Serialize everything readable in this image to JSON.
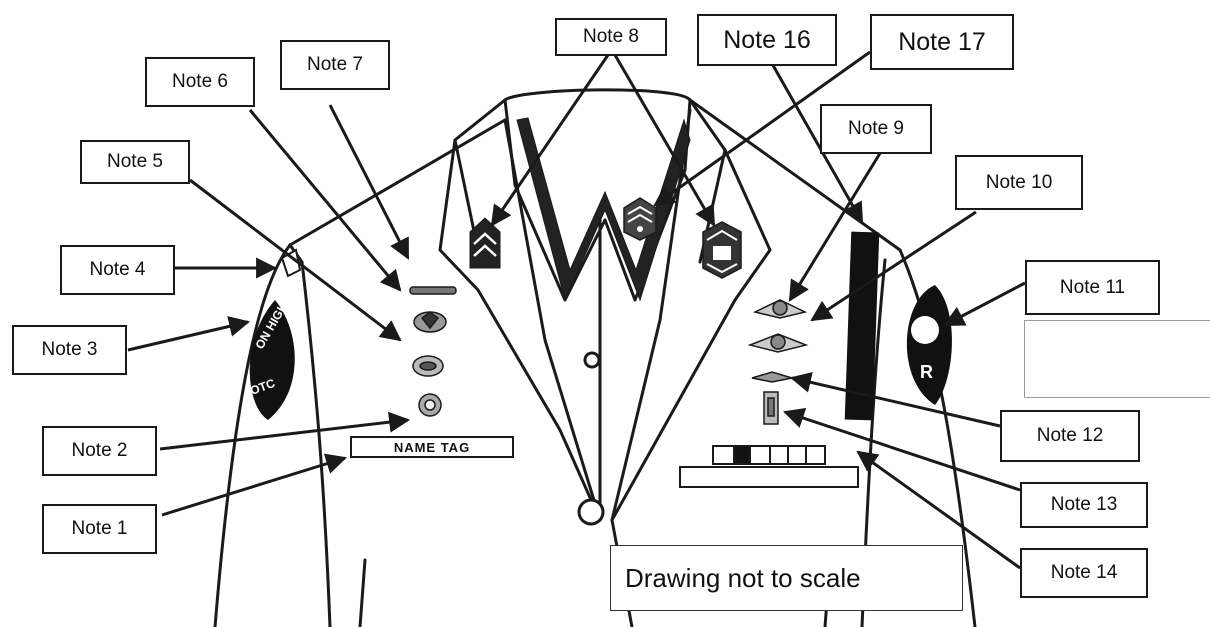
{
  "notes": {
    "note1": "Note 1",
    "note2": "Note 2",
    "note3": "Note 3",
    "note4": "Note 4",
    "note5": "Note 5",
    "note6": "Note 6",
    "note7": "Note 7",
    "note8": "Note 8",
    "note9": "Note 9",
    "note10": "Note 10",
    "note11": "Note 11",
    "note12": "Note 12",
    "note13": "Note 13",
    "note14": "Note 14",
    "note16": "Note 16",
    "note17": "Note 17"
  },
  "name_tag": "NAME TAG",
  "scale_note": "Drawing not to scale",
  "colors": {
    "line": "#1a1a1a",
    "insignia_fill": "#222222",
    "badge_gray": "#8a8a8a"
  }
}
